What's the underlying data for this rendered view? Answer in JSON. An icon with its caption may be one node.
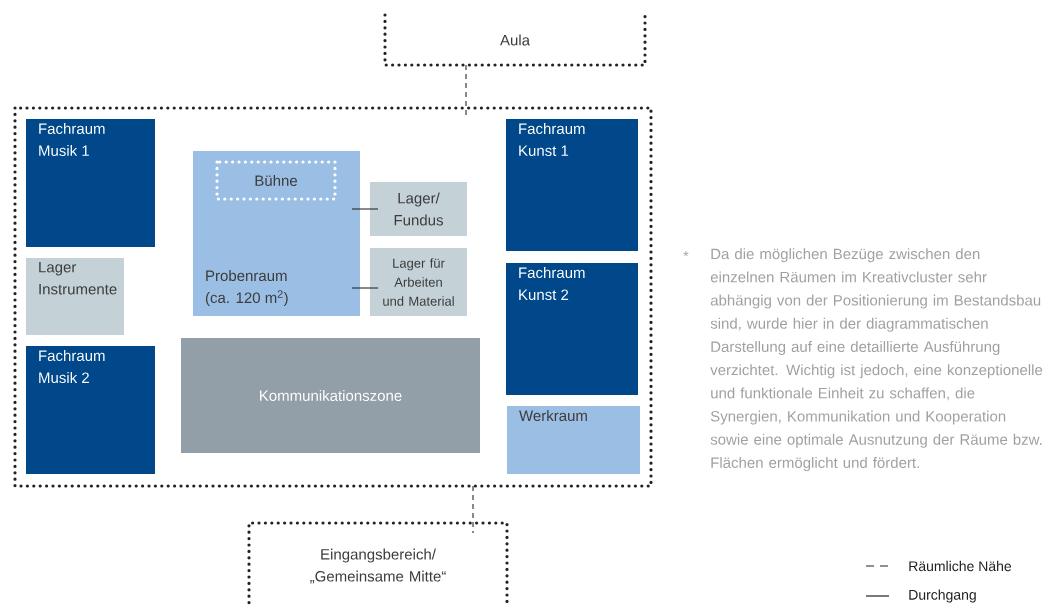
{
  "diagram": {
    "nodes": [
      {
        "text": [
          "Aula"
        ]
      },
      {
        "text": [],
        "shape": "box"
      },
      {
        "text": [
          "Fachraum Musik 1"
        ],
        "in": 1
      },
      {
        "text": [
          "Lager Instrumente"
        ],
        "in": 1
      },
      {
        "text": [
          "Fachraum Musik 2"
        ],
        "in": 1
      },
      {
        "text": [
          "Probenraum (ca. 120 m$^{2}$)"
        ],
        "in": 1
      },
      {
        "text": [
          "Bühne"
        ],
        "in": 5
      },
      {
        "text": [
          "Lager/ Fundus"
        ],
        "in": 1
      },
      {
        "text": [
          "Lager für Arbeiten und Material"
        ],
        "in": 1
      },
      {
        "text": [
          "Kommunikationszone"
        ],
        "in": 1
      },
      {
        "text": [
          "Fachraum Kunst 1"
        ],
        "in": 1
      },
      {
        "text": [
          "Fachraum Kunst 2"
        ],
        "in": 1
      },
      {
        "text": [
          "Werkraum"
        ],
        "in": 1
      },
      {
        "text": [
          "Eingangsbereich/ „Gemeinsame Mitte“"
        ]
      }
    ],
    "edges": [
      {
        "from": 0,
        "to": 1,
        "arrow": "none",
        "style": "dashed"
      },
      {
        "from": 5,
        "to": 7,
        "arrow": "none"
      },
      {
        "from": 5,
        "to": 8,
        "arrow": "none"
      },
      {
        "from": 1,
        "to": 13,
        "arrow": "none",
        "style": "dashed"
      }
    ],
    "labels": [
      "*",
      "Da die möglichen Bezüge zwischen den einzelnen Räumen im Kreativcluster sehr abhängig von der Positionierung im Bestandsbau sind, wurde hier in der diagrammatischen Darstellung auf eine detaillierte Ausführung verzichtet. Wichtig ist jedoch, eine konzeptionelle und funktionale Einheit zu schaffen, die Synergien, Kommunikation und Kooperation sowie eine optimale Ausnutzung der Räume bzw. Flächen ermöglicht und fördert."
    ],
    "legend": [
      {
        "text": "Räumliche Nähe"
      },
      {
        "text": "Durchgang"
      }
    ]
  }
}
